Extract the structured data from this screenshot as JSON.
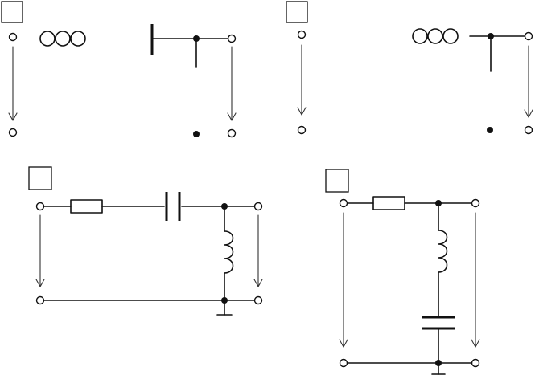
{
  "figure": {
    "panels": [
      {
        "id": "a",
        "label": "",
        "components": [
          "inductor",
          "capacitor-plate"
        ],
        "arrows": [
          "input-voltage",
          "output-voltage"
        ]
      },
      {
        "id": "b",
        "label": "",
        "components": [
          "inductor"
        ],
        "arrows": [
          "input-voltage",
          "output-voltage"
        ]
      },
      {
        "id": "c",
        "label": "",
        "components": [
          "resistor",
          "capacitor",
          "inductor",
          "ground"
        ],
        "arrows": [
          "input-voltage",
          "output-voltage"
        ]
      },
      {
        "id": "d",
        "label": "",
        "components": [
          "resistor",
          "inductor",
          "capacitor",
          "ground"
        ],
        "arrows": [
          "input-voltage",
          "output-voltage"
        ]
      }
    ]
  }
}
